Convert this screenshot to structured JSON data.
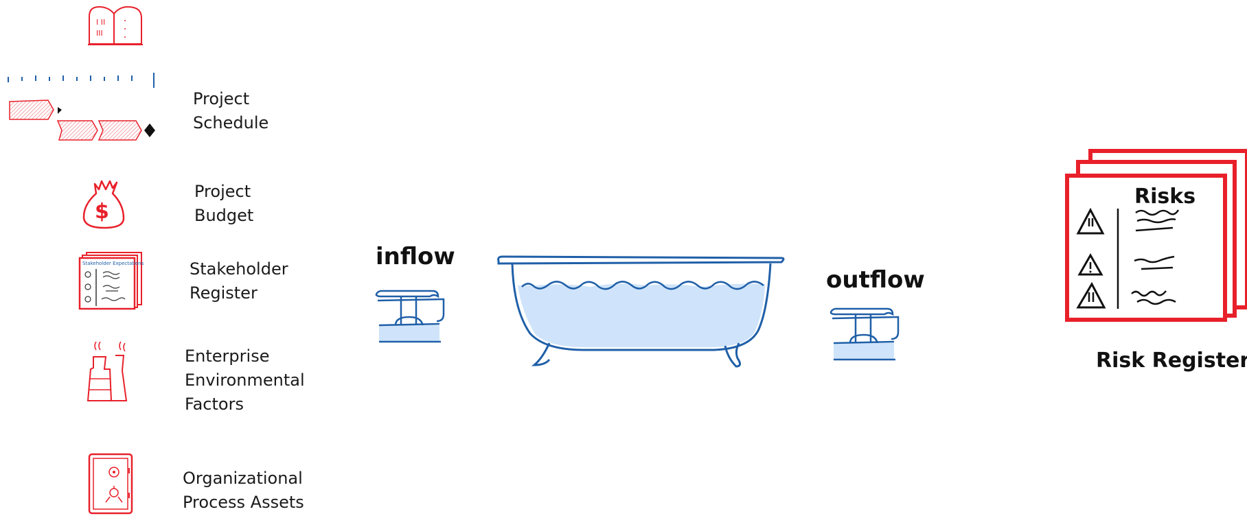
{
  "inputs": {
    "project_schedule": [
      "Project",
      "Schedule"
    ],
    "project_budget": [
      "Project",
      "Budget"
    ],
    "stakeholder_register": [
      "Stakeholder",
      "Register"
    ],
    "enterprise_environmental_factors": [
      "Enterprise",
      "Environmental",
      "Factors"
    ],
    "organizational_process_assets": [
      "Organizational",
      "Process Assets"
    ],
    "stakeholder_doc_title": "Stakeholder Expectations"
  },
  "flow": {
    "inflow": "inflow",
    "outflow": "outflow"
  },
  "output": {
    "risks_heading": "Risks",
    "label": "Risk Register"
  },
  "colors": {
    "sketch_red": "#e8202a",
    "sketch_blue": "#1f5fa8",
    "water_blue": "#cfe4fa",
    "text": "#1a1a1a"
  }
}
